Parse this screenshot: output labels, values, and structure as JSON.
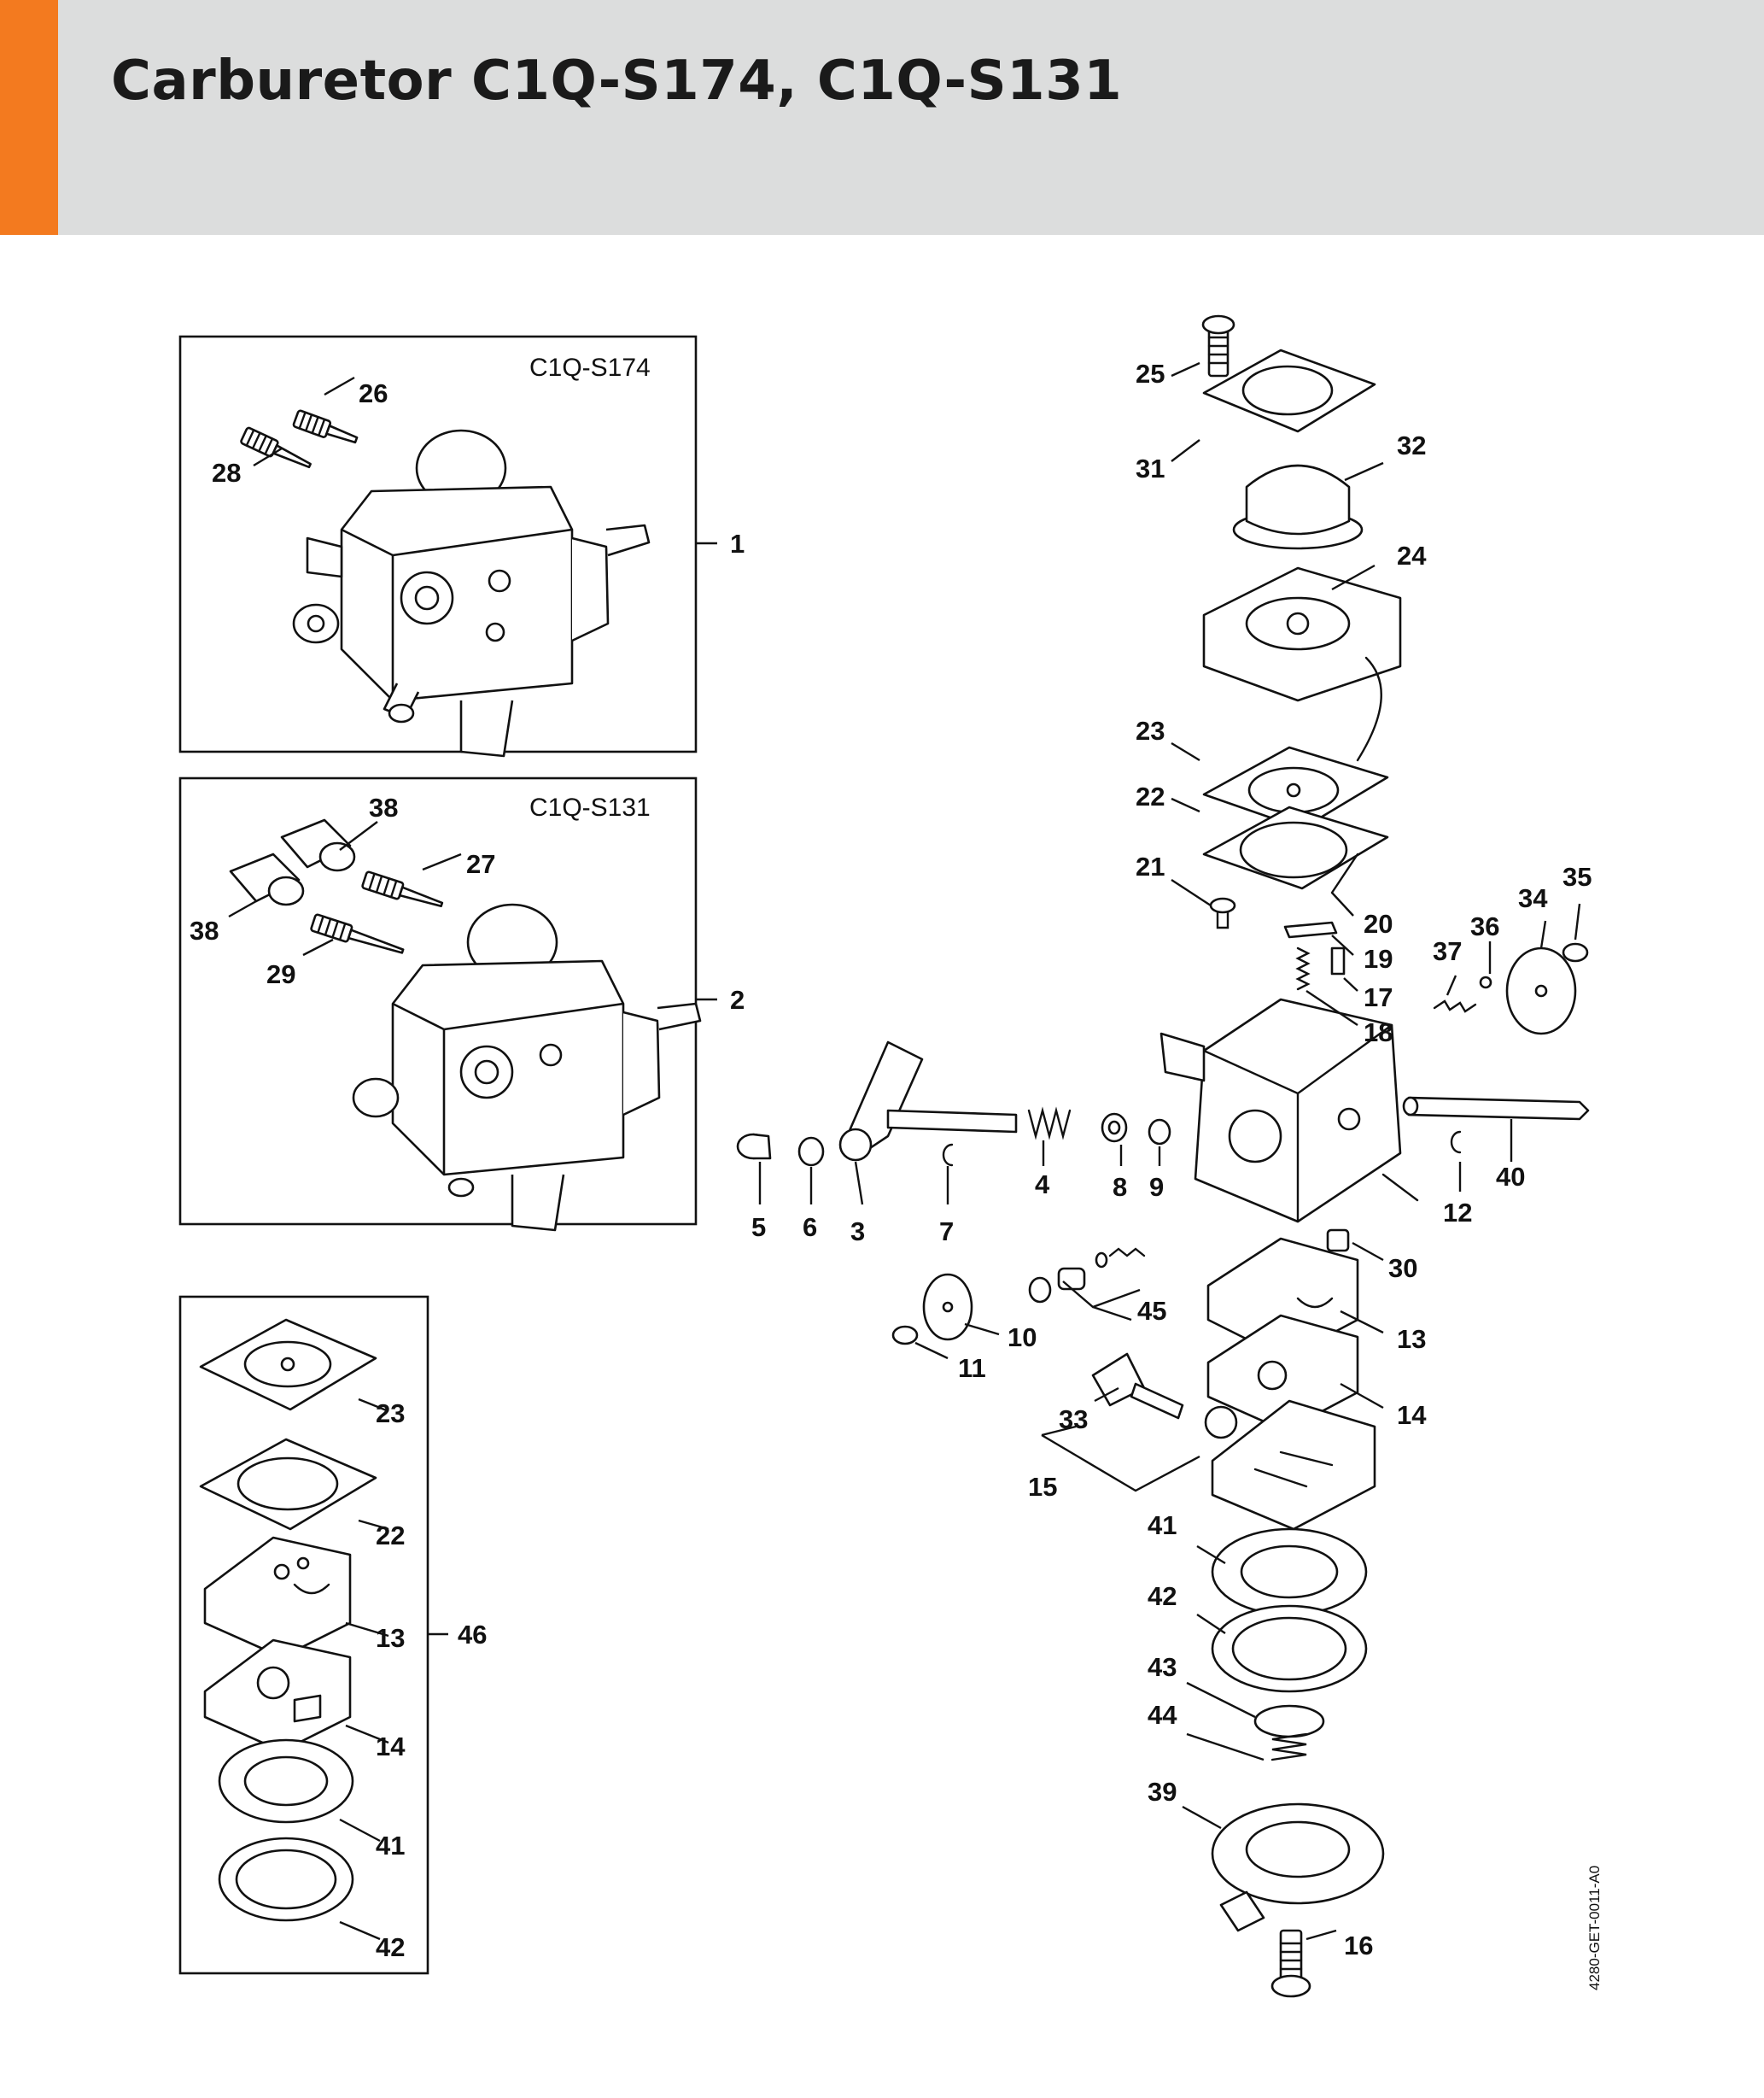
{
  "title": "Carburetor C1Q-S174, C1Q-S131",
  "colors": {
    "accent": "#f37a1f",
    "header_bg": "#dcdddd",
    "ink": "#111111"
  },
  "inset_boxes": {
    "c1q_s174": "C1Q-S174",
    "c1q_s131": "C1Q-S131"
  },
  "doc_number": "4280-GET-0011-A0",
  "callouts": {
    "c1": "1",
    "c2": "2",
    "c3": "3",
    "c4": "4",
    "c5": "5",
    "c6": "6",
    "c7": "7",
    "c8": "8",
    "c9": "9",
    "c10": "10",
    "c11": "11",
    "c12": "12",
    "c13": "13",
    "c14": "14",
    "c15": "15",
    "c16": "16",
    "c17": "17",
    "c18": "18",
    "c19": "19",
    "c20": "20",
    "c21": "21",
    "c22": "22",
    "c23": "23",
    "c24": "24",
    "c25": "25",
    "c26": "26",
    "c27": "27",
    "c28": "28",
    "c29": "29",
    "c30": "30",
    "c31": "31",
    "c32": "32",
    "c33": "33",
    "c34": "34",
    "c35": "35",
    "c36": "36",
    "c37": "37",
    "c38": "38",
    "c39": "39",
    "c40": "40",
    "c41": "41",
    "c42": "42",
    "c43": "43",
    "c44": "44",
    "c45": "45",
    "c46": "46"
  }
}
